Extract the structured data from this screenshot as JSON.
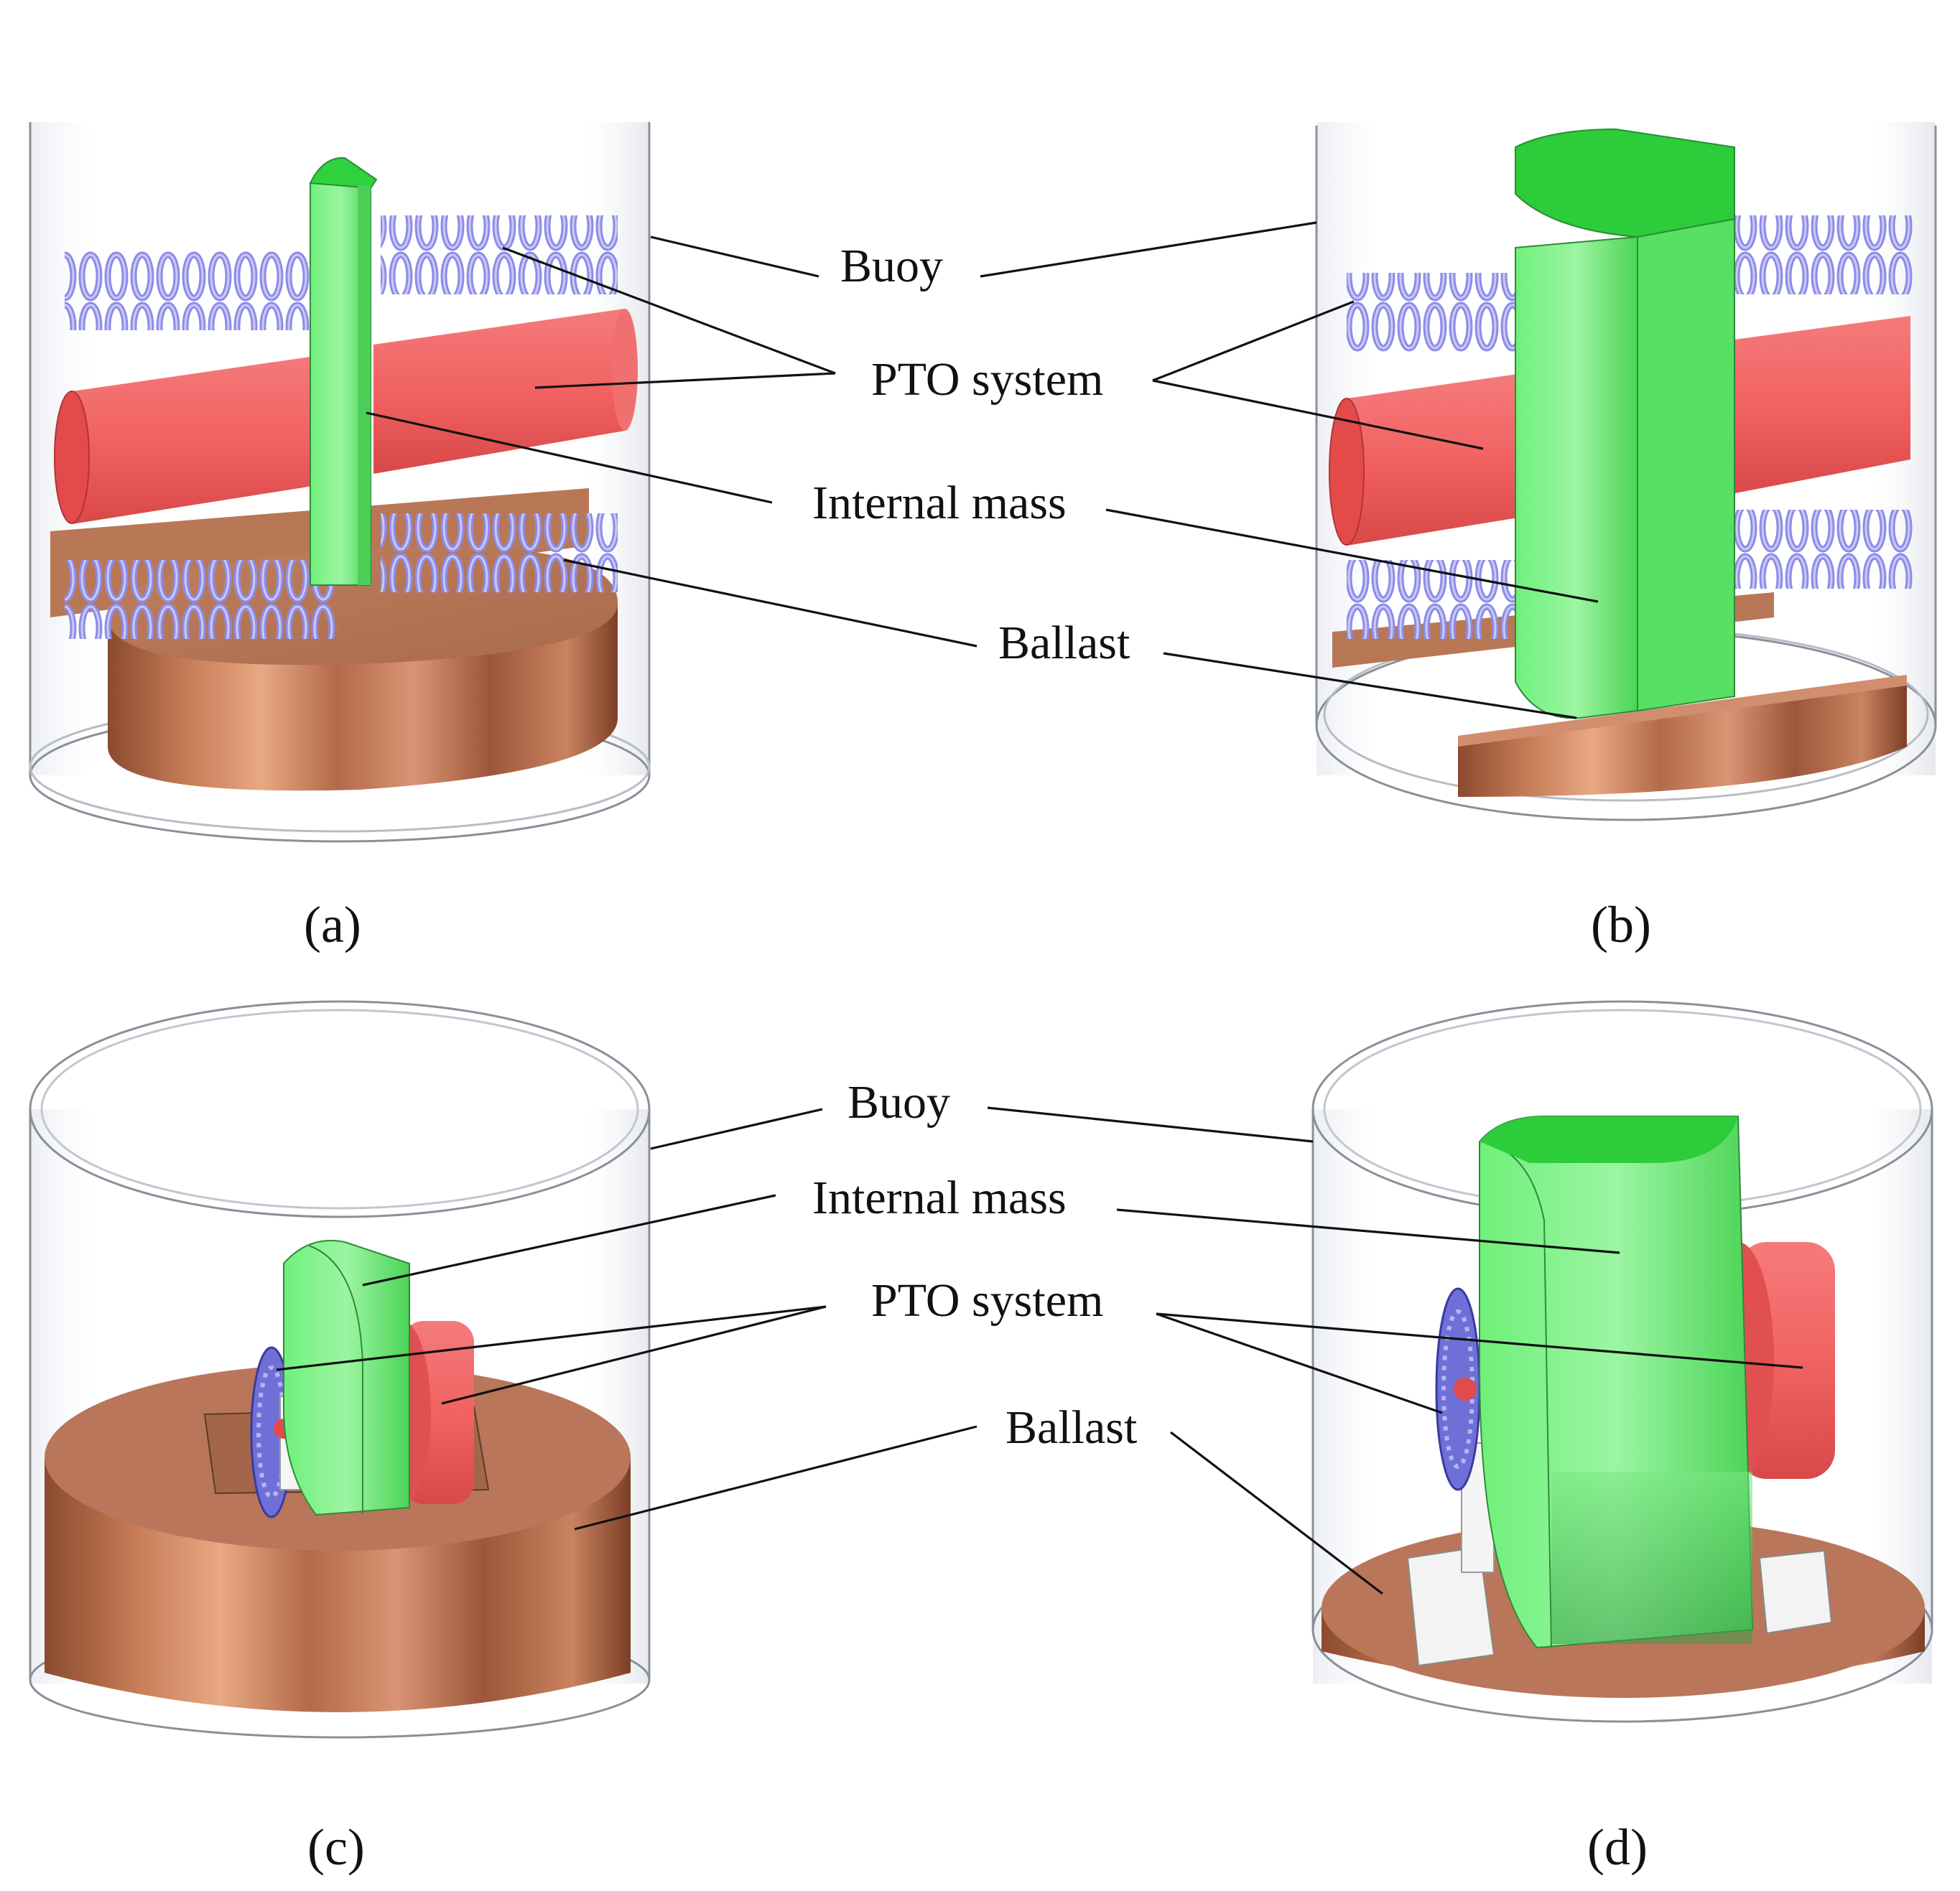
{
  "panels": [
    {
      "id": "a",
      "caption": "(a)",
      "labels": {
        "buoy": "Buoy",
        "pto": "PTO system",
        "mass": "Internal mass",
        "ballast": "Ballast"
      }
    },
    {
      "id": "b",
      "caption": "(b)",
      "labels": {
        "buoy": "Buoy",
        "pto": "PTO system",
        "mass": "Internal mass",
        "ballast": "Ballast"
      }
    },
    {
      "id": "c",
      "caption": "(c)",
      "labels": {
        "buoy": "Buoy",
        "pto": "PTO system",
        "mass": "Internal mass",
        "ballast": "Ballast"
      }
    },
    {
      "id": "d",
      "caption": "(d)",
      "labels": {
        "buoy": "Buoy",
        "pto": "PTO system",
        "mass": "Internal mass",
        "ballast": "Ballast"
      }
    }
  ],
  "colors": {
    "buoy_shell": "#c9ccd3",
    "internal_mass": "#4fe35a",
    "pto_damper": "#f25a5a",
    "pto_spring": "#8f8fe6",
    "ballast": "#c88463"
  }
}
